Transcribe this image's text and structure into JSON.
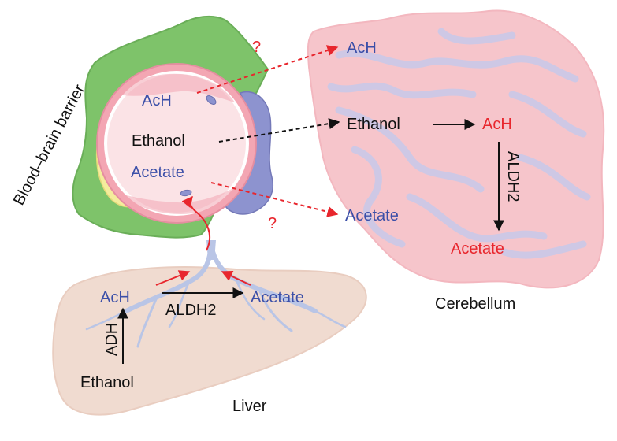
{
  "barrier_label": "Blood–brain barrier",
  "vessel": {
    "ach": "AcH",
    "ethanol": "Ethanol",
    "acetate": "Acetate"
  },
  "cerebellum": {
    "ach_top": "AcH",
    "ethanol": "Ethanol",
    "ach_red": "AcH",
    "enzyme": "ALDH2",
    "acetate_red": "Acetate",
    "acetate_blue": "Acetate",
    "name": "Cerebellum"
  },
  "liver": {
    "ach": "AcH",
    "enzyme_aldh2": "ALDH2",
    "acetate": "Acetate",
    "enzyme_adh": "ADH",
    "ethanol": "Ethanol",
    "name": "Liver"
  },
  "question_marks": [
    "?",
    "?"
  ],
  "colors": {
    "blue_text": "#3b4fa8",
    "red_text": "#e8262d",
    "astrocyte_green": "#7ec36a",
    "pericyte_purple": "#8d93cf",
    "vessel_pink": "#f3a6b3",
    "cerebellum_pink": "#f6c5cb",
    "cerebellum_folia": "#c8c9ea",
    "liver_tan": "#f0dbd0"
  }
}
